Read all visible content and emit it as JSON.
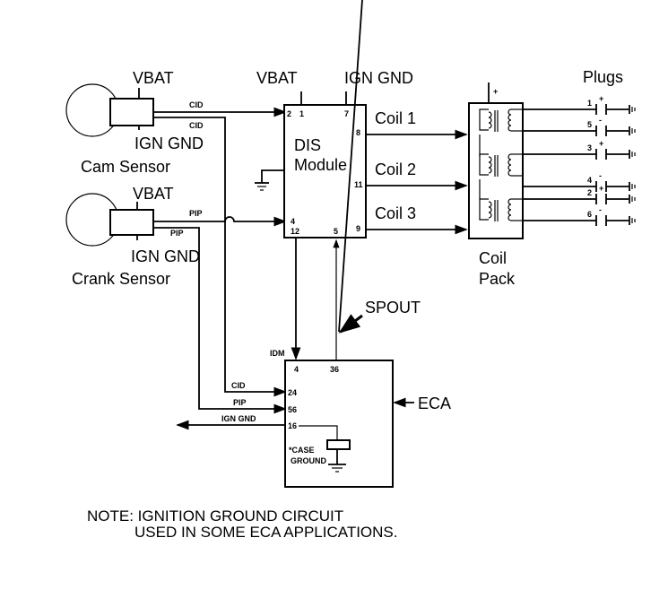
{
  "diagram": {
    "cam_sensor": {
      "name": "Cam Sensor",
      "power_label": "VBAT",
      "ground_label": "IGN GND",
      "signal_out": "CID",
      "signal_return": "CID"
    },
    "crank_sensor": {
      "name": "Crank Sensor",
      "power_label": "VBAT",
      "ground_label": "IGN GND",
      "signal_out": "PIP",
      "signal_return": "PIP"
    },
    "dis_module": {
      "name_line1": "DIS",
      "name_line2": "Module",
      "power_label": "VBAT",
      "ground_label": "IGN GND",
      "pins": {
        "cid_in": "2",
        "vbat": "1",
        "ign_gnd": "7",
        "coil1": "8",
        "coil2": "11",
        "pip_in": "4",
        "idm": "12",
        "spout": "5",
        "coil3": "9"
      }
    },
    "coil_outputs": [
      "Coil 1",
      "Coil 2",
      "Coil 3"
    ],
    "coil_pack": {
      "name_line1": "Coil",
      "name_line2": "Pack",
      "plus": "+"
    },
    "plugs": {
      "title": "Plugs",
      "items": [
        {
          "cyl": "1",
          "polarity": "+"
        },
        {
          "cyl": "5",
          "polarity": "-"
        },
        {
          "cyl": "3",
          "polarity": "+"
        },
        {
          "cyl": "4",
          "polarity": "-"
        },
        {
          "cyl": "2",
          "polarity": "+"
        },
        {
          "cyl": "6",
          "polarity": "-"
        }
      ]
    },
    "eca": {
      "name": "ECA",
      "pins": {
        "idm": "4",
        "spout": "36",
        "cid": "24",
        "pip": "56",
        "ign_gnd": "16"
      },
      "wire_labels": {
        "idm": "IDM",
        "cid": "CID",
        "pip": "PIP",
        "ign_gnd": "IGN GND"
      },
      "case_ground_line1": "*CASE",
      "case_ground_line2": "GROUND"
    },
    "spout_label": "SPOUT",
    "note_line1": "NOTE: IGNITION GROUND CIRCUIT",
    "note_line2": "USED IN SOME ECA APPLICATIONS."
  }
}
